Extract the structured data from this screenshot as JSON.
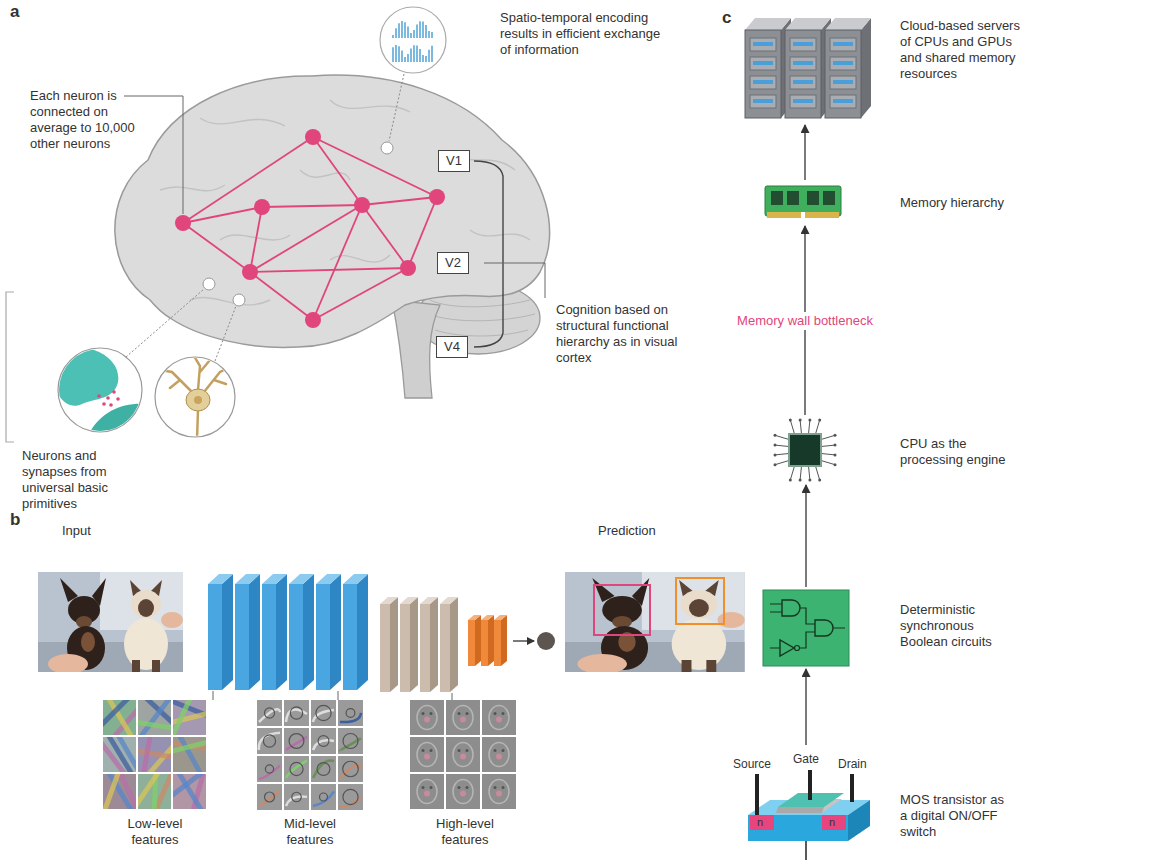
{
  "diagram": {
    "nodes": [
      {
        "text": [
          "V1"
        ]
      },
      {
        "text": [
          "V2"
        ]
      },
      {
        "text": [
          "V4"
        ]
      },
      {
        "text": [
          "Cloud-based servers of CPUs and GPUs and shared memory resources"
        ]
      },
      {
        "text": [
          "Memory hierarchy"
        ]
      },
      {
        "text": [
          "CPU as the processing engine"
        ]
      },
      {
        "text": [
          "Deterministic synchronous Boolean circuits"
        ]
      },
      {
        "text": [
          "MOS transistor as a digital ON/OFF switch"
        ]
      }
    ],
    "edges": [
      {
        "from": 7,
        "to": 6,
        "arrow": "to"
      },
      {
        "from": 6,
        "to": 5,
        "arrow": "to"
      },
      {
        "from": 5,
        "to": 4,
        "label": "Memory wall bottleneck",
        "arrow": "to"
      },
      {
        "from": 4,
        "to": 3,
        "arrow": "to"
      }
    ],
    "labels": [
      "a",
      "Each neuron is connected on average to 10,000 other neurons",
      "Spatio-temporal encoding results in efficient exchange of information",
      "Cognition based on structural functional hierarchy as in visual cortex",
      "Neurons and synapses from universal basic primitives",
      "b",
      "Input",
      "Prediction",
      "Low-level features",
      "Mid-level features",
      "High-level features",
      "c",
      "Source",
      "Gate",
      "Drain",
      "n",
      "n"
    ]
  }
}
